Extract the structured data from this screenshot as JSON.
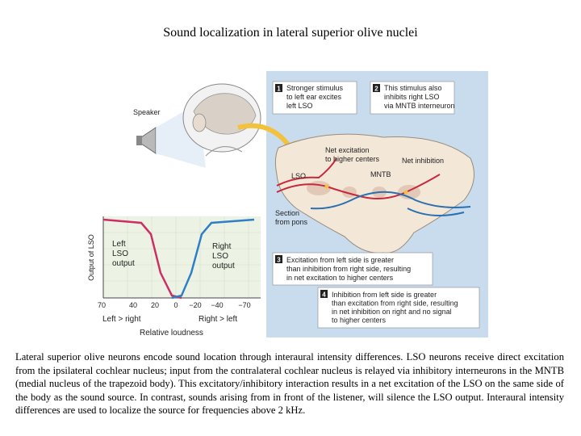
{
  "title": "Sound localization in lateral superior olive nuclei",
  "figure": {
    "speaker_label": "Speaker",
    "steps": [
      {
        "num": "1",
        "text": [
          "Stronger stimulus",
          "to left ear excites",
          "left LSO"
        ]
      },
      {
        "num": "2",
        "text": [
          "This stimulus also",
          "inhibits right LSO",
          "via MNTB interneuron"
        ]
      },
      {
        "num": "3",
        "text": [
          "Excitation from left side is greater",
          "than inhibition from right side, resulting",
          "in net excitation to higher centers"
        ]
      },
      {
        "num": "4",
        "text": [
          "Inhibition from left side is greater",
          "than excitation from right side, resulting",
          "in net inhibition on right and no signal",
          "to higher centers"
        ]
      }
    ],
    "brainstem_labels": {
      "net_excitation": [
        "Net excitation",
        "to higher centers"
      ],
      "net_inhibition": "Net inhibition",
      "lso": "LSO",
      "mntb": "MNTB",
      "section": [
        "Section",
        "from pons"
      ]
    },
    "graph": {
      "ylabel": "Output of LSO",
      "left_label": [
        "Left",
        "LSO",
        "output"
      ],
      "right_label": [
        "Right",
        "LSO",
        "output"
      ],
      "ticks": [
        "70",
        "40",
        "20",
        "0",
        "−20",
        "−40",
        "−70"
      ],
      "left_gt_right": "Left > right",
      "right_gt_left": "Right > left",
      "xlabel": "Relative loudness"
    }
  },
  "caption": "Lateral superior olive neurons encode sound location through interaural intensity differences. LSO neurons receive direct excitation from the ipsilateral cochlear nucleus; input from the contralateral cochlear nucleus is relayed via inhibitory interneurons in the MNTB (medial nucleus of the trapezoid body). This excitatory/inhibitory interaction results in a net excitation of the LSO on the same side of the body as the sound source. In contrast, sounds arising from in front of the listener, will silence the LSO output. Interaural intensity differences are used to localize the source for frequencies above 2 kHz.",
  "colors": {
    "panel_blue": "#c9dcee",
    "excitation_red": "#c8283c",
    "inhibition_blue": "#2a6fb0",
    "graph_pink": "#cc2f64",
    "graph_blue": "#2f7fc8",
    "tissue": "#f3e8d8",
    "nucleus": "#e2c8b6"
  }
}
